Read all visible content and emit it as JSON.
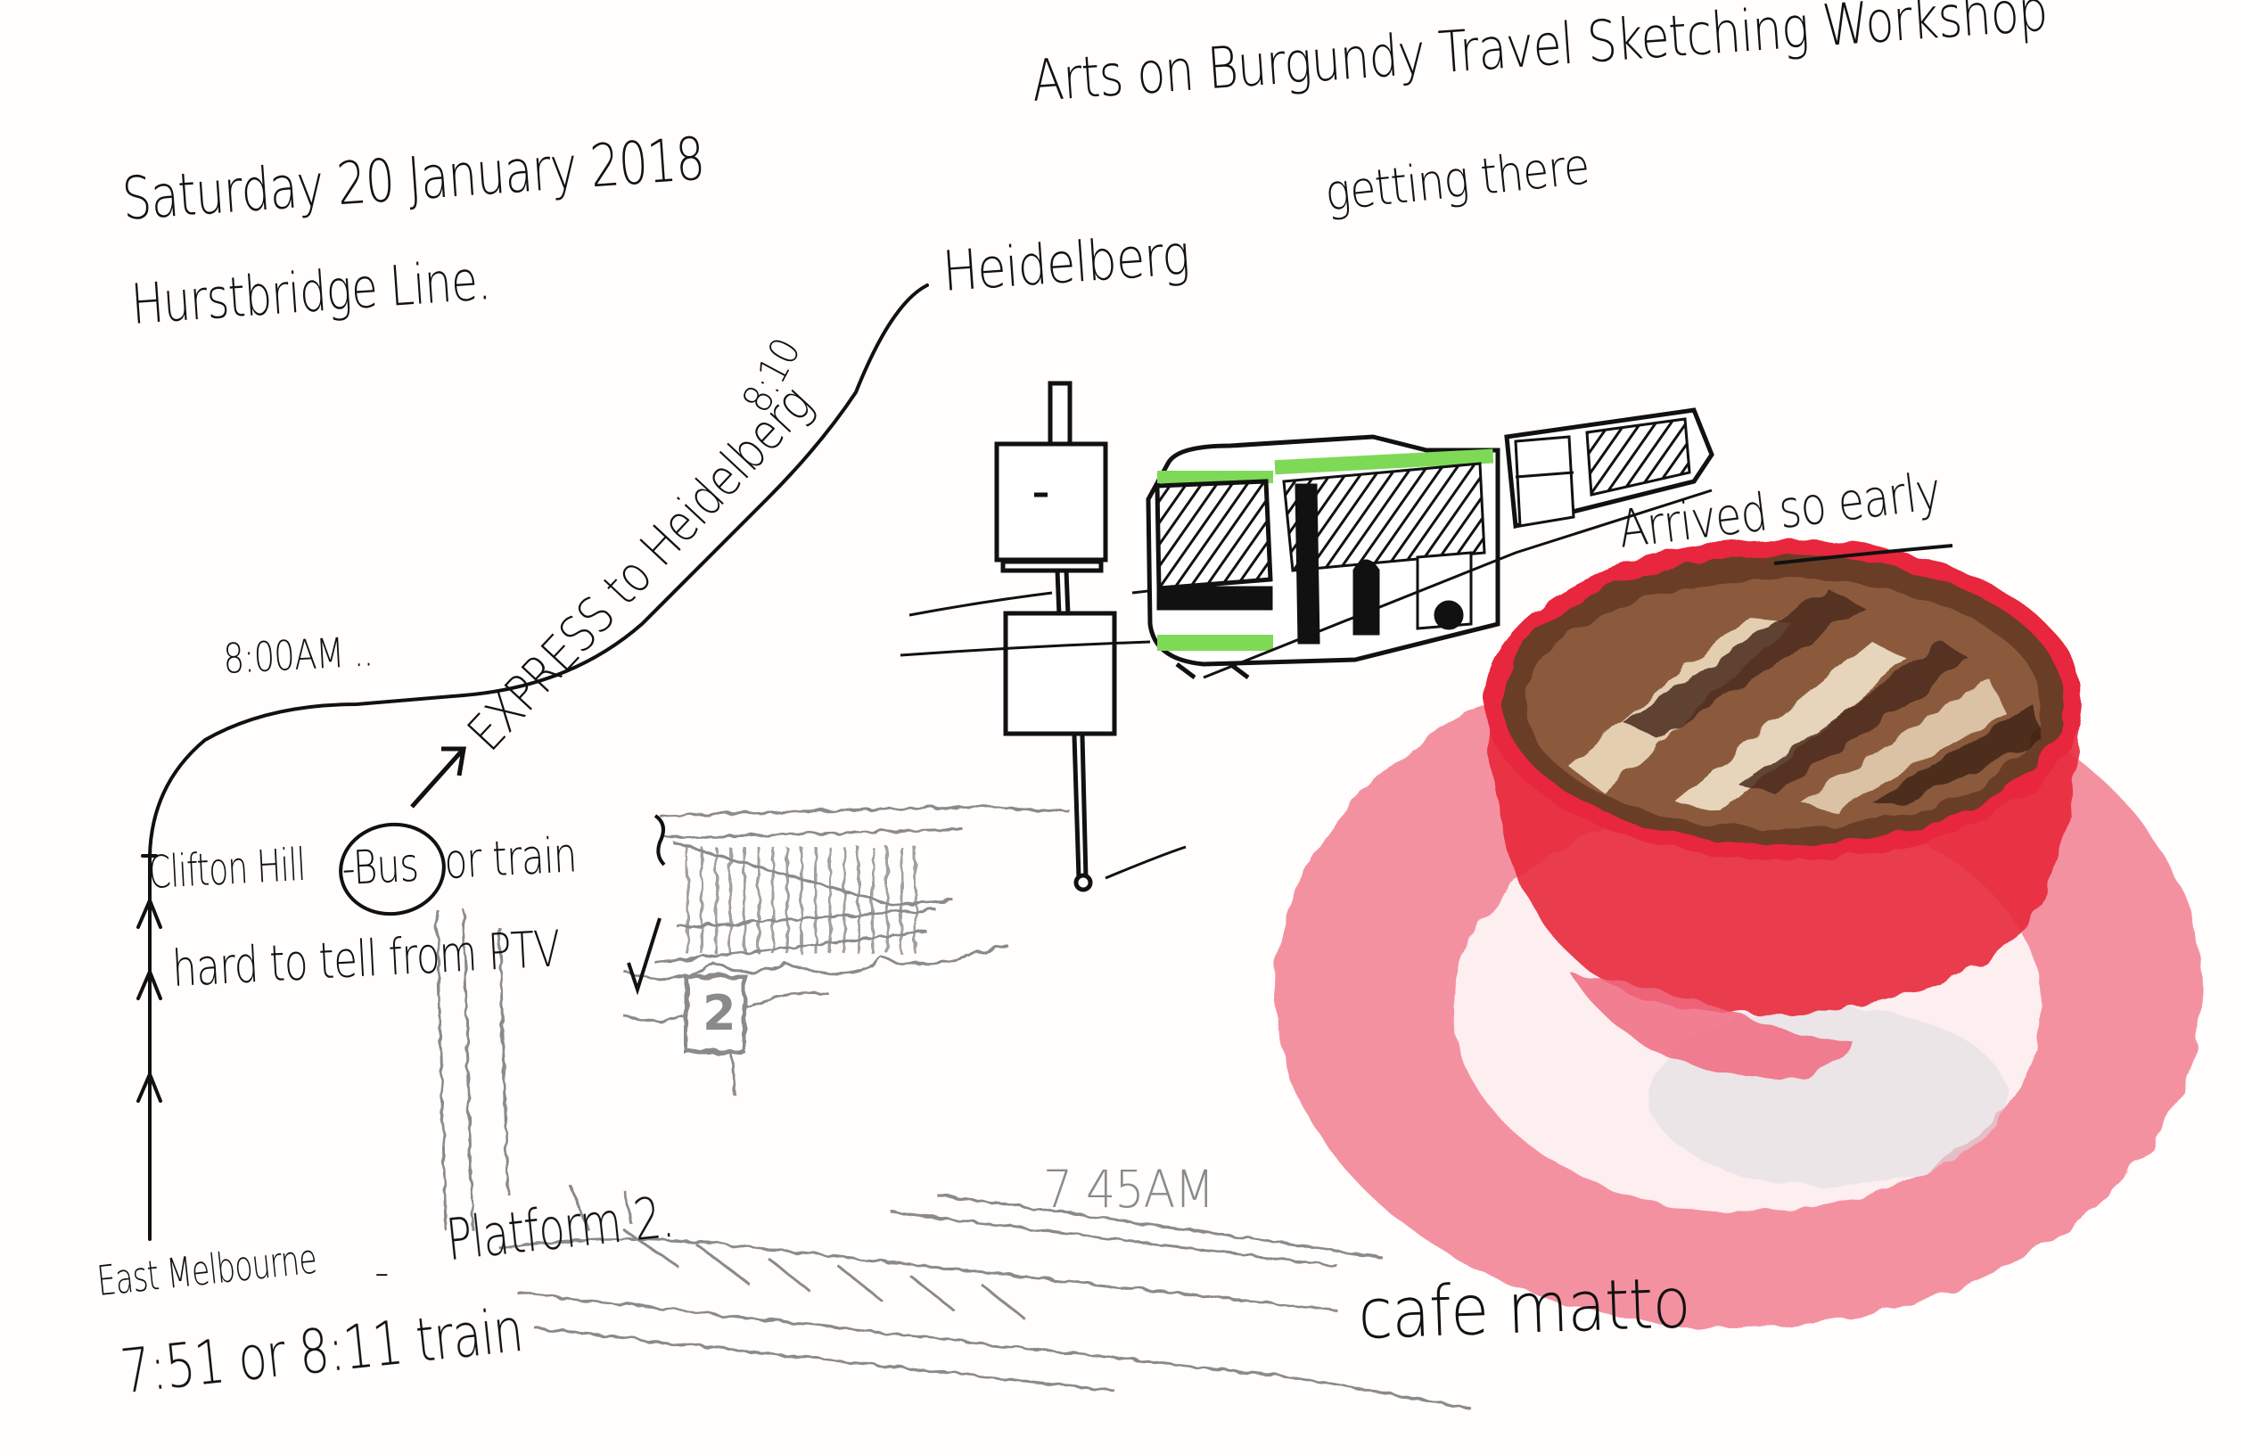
{
  "sketch": {
    "title": "Arts on Burgundy Travel Sketching Workshop",
    "subtitle": "getting there",
    "date": "Saturday 20 January 2018",
    "line": "Hurstbridge Line.",
    "route_labels": {
      "destination": "Heidelberg",
      "destination_time": "8:10",
      "express": "EXPRESS to Heidelberg",
      "departure_time": "8:00AM ..",
      "transfer": {
        "station": "Clifton Hill",
        "circled": "-Bus",
        "rest": "or train",
        "note": "hard to tell from PTV"
      },
      "origin": {
        "station": "East Melbourne",
        "separator": "-",
        "platform": "Platform 2.",
        "trains": "7:51 or 8:11 train"
      }
    },
    "pencil_time": "7 45AM",
    "platform_sign": "2",
    "arrival_note": "Arrived so early",
    "cafe_name": "cafe matto"
  },
  "colors": {
    "ink": "#111111",
    "pencil": "#8a8a8a",
    "bus_green": "#7ed957",
    "cup_red": "#e8283c",
    "saucer_pink": "#ef5d74",
    "coffee_dark": "#4a2a1c",
    "coffee_mid": "#8b5a3e",
    "crema": "#e9d5b6"
  }
}
